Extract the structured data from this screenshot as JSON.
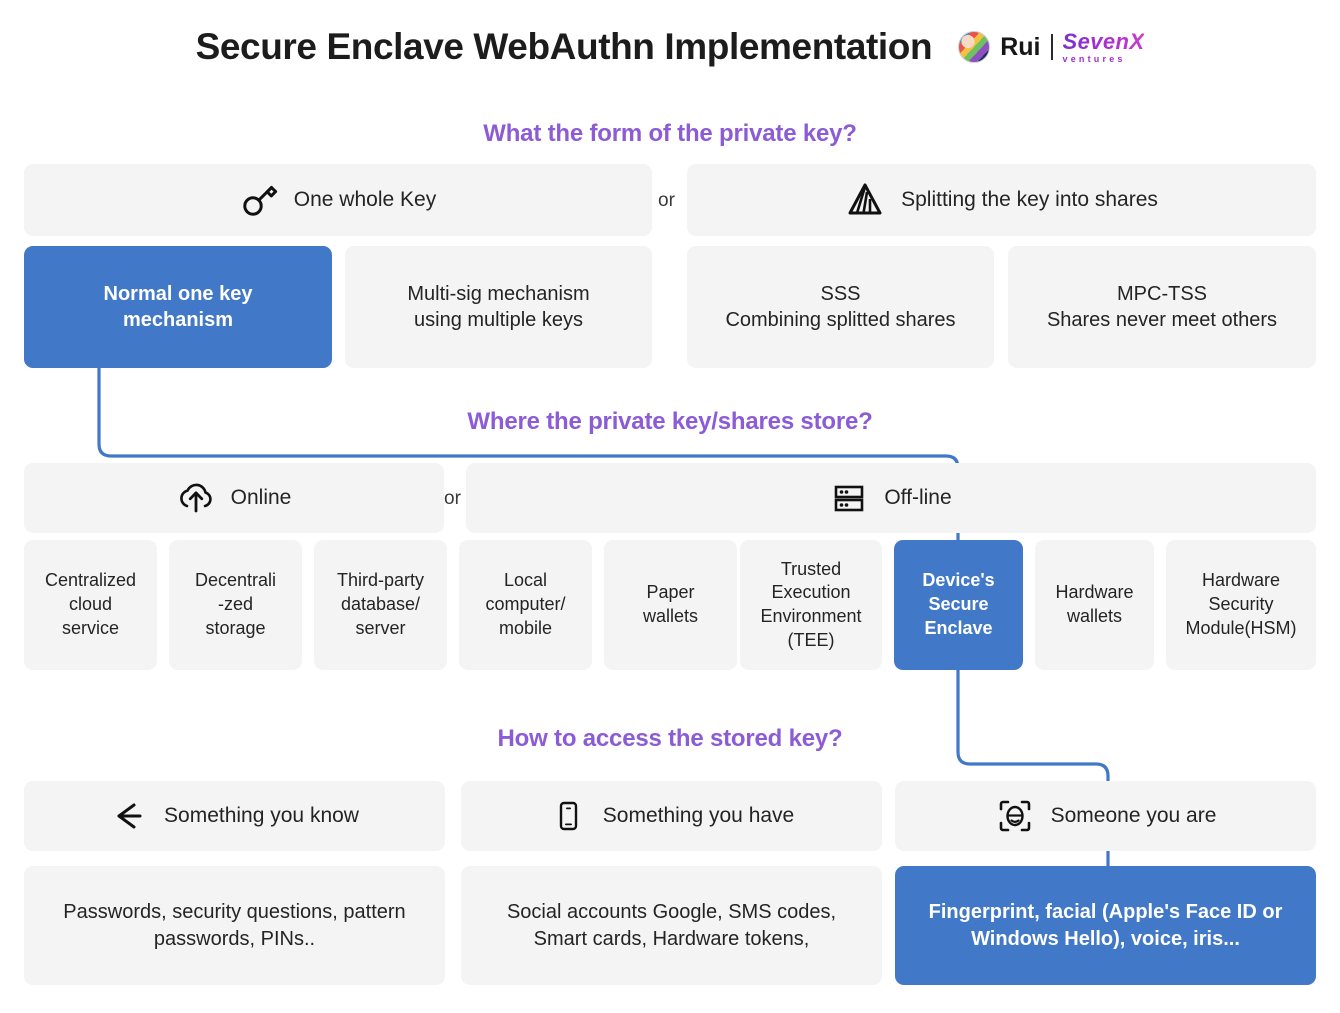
{
  "header": {
    "title": "Secure Enclave WebAuthn Implementation",
    "brand_name": "Rui",
    "brand_company": "SevenX",
    "brand_company_sub": "ventures",
    "avatar_icon": "avatar-portrait-icon",
    "separator": "|"
  },
  "colors": {
    "accent_blue": "#4178c8",
    "question_purple": "#8b5cd6",
    "box_grey": "#f4f4f5",
    "text_dark": "#242424",
    "brand_purple": "#a12fd0"
  },
  "sections": [
    {
      "question": "What the form of the private key?",
      "or_label": "or",
      "options": [
        {
          "label": "One whole Key",
          "icon": "key-icon"
        },
        {
          "label": "Splitting the key into shares",
          "icon": "shares-triangle-icon"
        }
      ],
      "categories": [
        {
          "lines": [
            "Normal one key",
            "mechanism"
          ],
          "highlighted": true
        },
        {
          "lines": [
            "Multi-sig mechanism",
            "using multiple keys"
          ],
          "highlighted": false
        },
        {
          "lines": [
            "SSS",
            "Combining splitted shares"
          ],
          "highlighted": false
        },
        {
          "lines": [
            "MPC-TSS",
            "Shares never meet others"
          ],
          "highlighted": false
        }
      ]
    },
    {
      "question": "Where the private key/shares store?",
      "or_label": "or",
      "options": [
        {
          "label": "Online",
          "icon": "cloud-upload-icon"
        },
        {
          "label": "Off-line",
          "icon": "server-rack-icon"
        }
      ],
      "categories": [
        {
          "lines": [
            "Centralized",
            "cloud",
            "service"
          ],
          "highlighted": false
        },
        {
          "lines": [
            "Decentrali",
            "-zed",
            "storage"
          ],
          "highlighted": false
        },
        {
          "lines": [
            "Third-party",
            "database/",
            "server"
          ],
          "highlighted": false
        },
        {
          "lines": [
            "Local",
            "computer/",
            "mobile"
          ],
          "highlighted": false
        },
        {
          "lines": [
            "Paper",
            "wallets"
          ],
          "highlighted": false
        },
        {
          "lines": [
            "Trusted",
            "Execution",
            "Environment",
            "(TEE)"
          ],
          "highlighted": false
        },
        {
          "lines": [
            "Device's",
            "Secure",
            "Enclave"
          ],
          "highlighted": true
        },
        {
          "lines": [
            "Hardware",
            "wallets"
          ],
          "highlighted": false
        },
        {
          "lines": [
            "Hardware",
            "Security",
            "Module(HSM)"
          ],
          "highlighted": false
        }
      ]
    },
    {
      "question": "How to access the stored key?",
      "options": [
        {
          "label": "Something you know",
          "icon": "brain-arrow-icon"
        },
        {
          "label": "Something you have",
          "icon": "smartphone-icon"
        },
        {
          "label": "Someone you are",
          "icon": "face-scan-icon"
        }
      ],
      "details": [
        {
          "lines": [
            "Passwords, security questions, pattern",
            "passwords, PINs.."
          ],
          "highlighted": false
        },
        {
          "lines": [
            "Social accounts Google, SMS codes,",
            "Smart cards, Hardware tokens,"
          ],
          "highlighted": false
        },
        {
          "lines": [
            "Fingerprint, facial (Apple's Face ID or",
            "Windows Hello), voice, iris..."
          ],
          "highlighted": true
        }
      ]
    }
  ]
}
